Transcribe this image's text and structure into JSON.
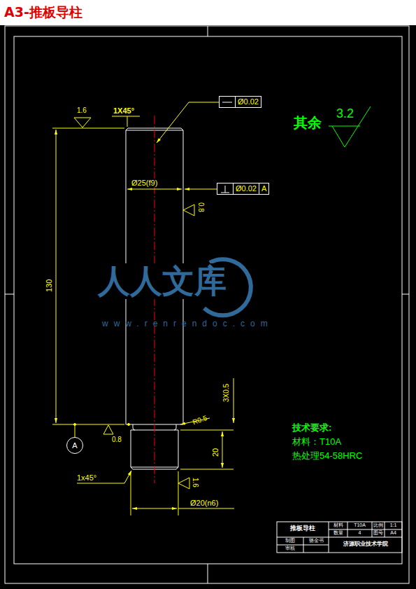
{
  "diagram": {
    "title": "A3-推板导柱",
    "nodes": [
      {
        "text": [
          "Ø0.02"
        ]
      },
      {
        "text": [
          "Ø0.02",
          "A"
        ]
      },
      {
        "text": [
          "A"
        ]
      }
    ],
    "labels": [
      "1.6",
      "1X45°",
      "其余",
      "3.2",
      "Ø25(f9)",
      "0.8",
      "130",
      "3X0.5",
      "R0.5",
      "0.8",
      "20",
      "1x45°",
      "1.6",
      "Ø20(n6)",
      "技术要求:",
      "材料：T10A",
      "热处理54-58HRC",
      "推板导柱",
      "材料",
      "T10A",
      "比例",
      "1:1",
      "数量",
      "4",
      "图号",
      "A4",
      "制图",
      "骆金书",
      "审核",
      "济源职业技术学院",
      "人人文库",
      "www.renrendoc.com"
    ]
  }
}
